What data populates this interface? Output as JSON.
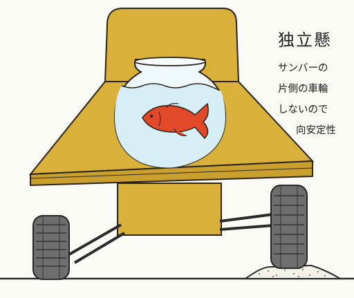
{
  "title": "独立懸",
  "description_lines": [
    "サンバーの",
    "片側の車輪",
    "しないので",
    "向安定性"
  ],
  "colors": {
    "body_yellow": "#d9b13a",
    "body_outline": "#2a2418",
    "water": "#d8eef6",
    "fish": "#e2482a",
    "tire": "#6e6e6e",
    "ground": "#2a2a2a"
  }
}
